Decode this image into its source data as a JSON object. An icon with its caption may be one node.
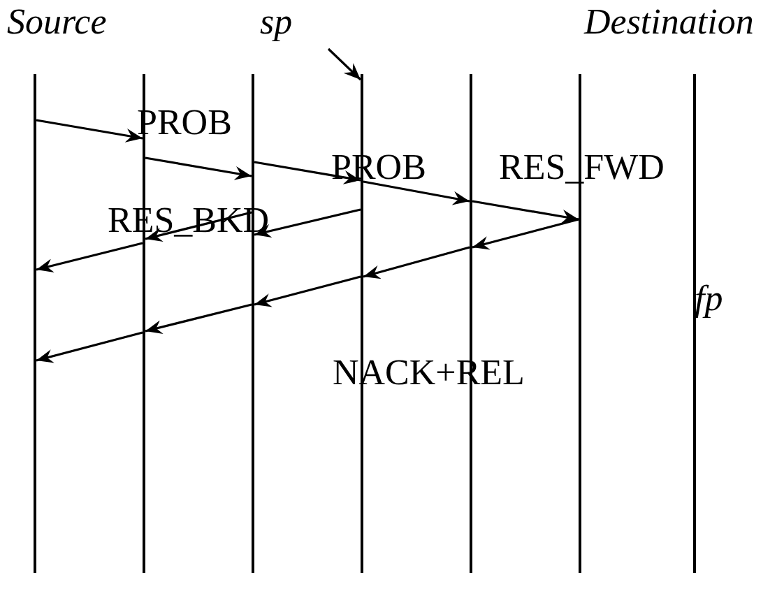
{
  "diagram": {
    "nodes": [
      {
        "text": [],
        "shape": "line"
      },
      {
        "text": [],
        "shape": "line"
      },
      {
        "text": [],
        "shape": "line"
      },
      {
        "text": [],
        "shape": "line"
      },
      {
        "text": [],
        "shape": "line"
      },
      {
        "text": [],
        "shape": "line"
      },
      {
        "text": [],
        "shape": "line"
      }
    ],
    "edges": [
      {
        "from": 0,
        "to": 1,
        "arrow": "to",
        "label": "PROB"
      },
      {
        "from": 1,
        "to": 2,
        "arrow": "to"
      },
      {
        "from": 2,
        "to": 3,
        "arrow": "to"
      },
      {
        "from": 3,
        "to": 4,
        "arrow": "to",
        "label": "PROB"
      },
      {
        "from": 4,
        "to": 5,
        "arrow": "to",
        "label": "RES_FWD"
      },
      {
        "from": 3,
        "to": 2,
        "arrow": "to"
      },
      {
        "from": 2,
        "to": 1,
        "arrow": "to",
        "label": "RES_BKD"
      },
      {
        "from": 1,
        "to": 0,
        "arrow": "to"
      },
      {
        "from": 5,
        "to": 4,
        "arrow": "to"
      },
      {
        "from": 4,
        "to": 3,
        "arrow": "to"
      },
      {
        "from": 3,
        "to": 2,
        "arrow": "to"
      },
      {
        "from": 2,
        "to": 1,
        "arrow": "to"
      },
      {
        "from": 1,
        "to": 0,
        "arrow": "to"
      },
      {
        "from": null,
        "to": 3,
        "arrow": "to"
      }
    ],
    "labels": [
      "Source",
      "sp",
      "Destination",
      "fp",
      "NACK+REL"
    ]
  }
}
